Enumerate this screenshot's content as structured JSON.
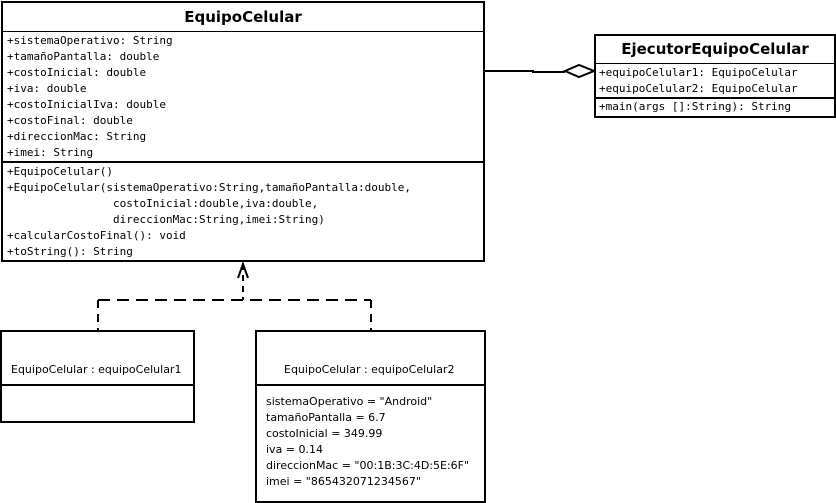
{
  "equipo_celular": {
    "name": "EquipoCelular",
    "attributes": [
      "+sistemaOperativo: String",
      "+tamañoPantalla: double",
      "+costoInicial: double",
      "+iva: double",
      "+costoInicialIva: double",
      "+costoFinal: double",
      "+direccionMac: String",
      "+imei: String"
    ],
    "operations": [
      "+EquipoCelular()",
      "+EquipoCelular(sistemaOperativo:String,tamañoPantalla:double,",
      "                costoInicial:double,iva:double,",
      "                direccionMac:String,imei:String)",
      "+calcularCostoFinal(): void",
      "+toString(): String"
    ]
  },
  "ejecutor": {
    "name": "EjecutorEquipoCelular",
    "attributes": [
      "+equipoCelular1: EquipoCelular",
      "+equipoCelular2: EquipoCelular"
    ],
    "operations": [
      "+main(args []:String): String"
    ]
  },
  "object1": {
    "title": "EquipoCelular : equipoCelular1",
    "attributes": []
  },
  "object2": {
    "title": "EquipoCelular : equipoCelular2",
    "attributes": [
      "sistemaOperativo = \"Android\"",
      "tamañoPantalla = 6.7",
      "costoInicial = 349.99",
      "iva = 0.14",
      "direccionMac = \"00:1B:3C:4D:5E:6F\"",
      "imei = \"865432071234567\""
    ]
  }
}
